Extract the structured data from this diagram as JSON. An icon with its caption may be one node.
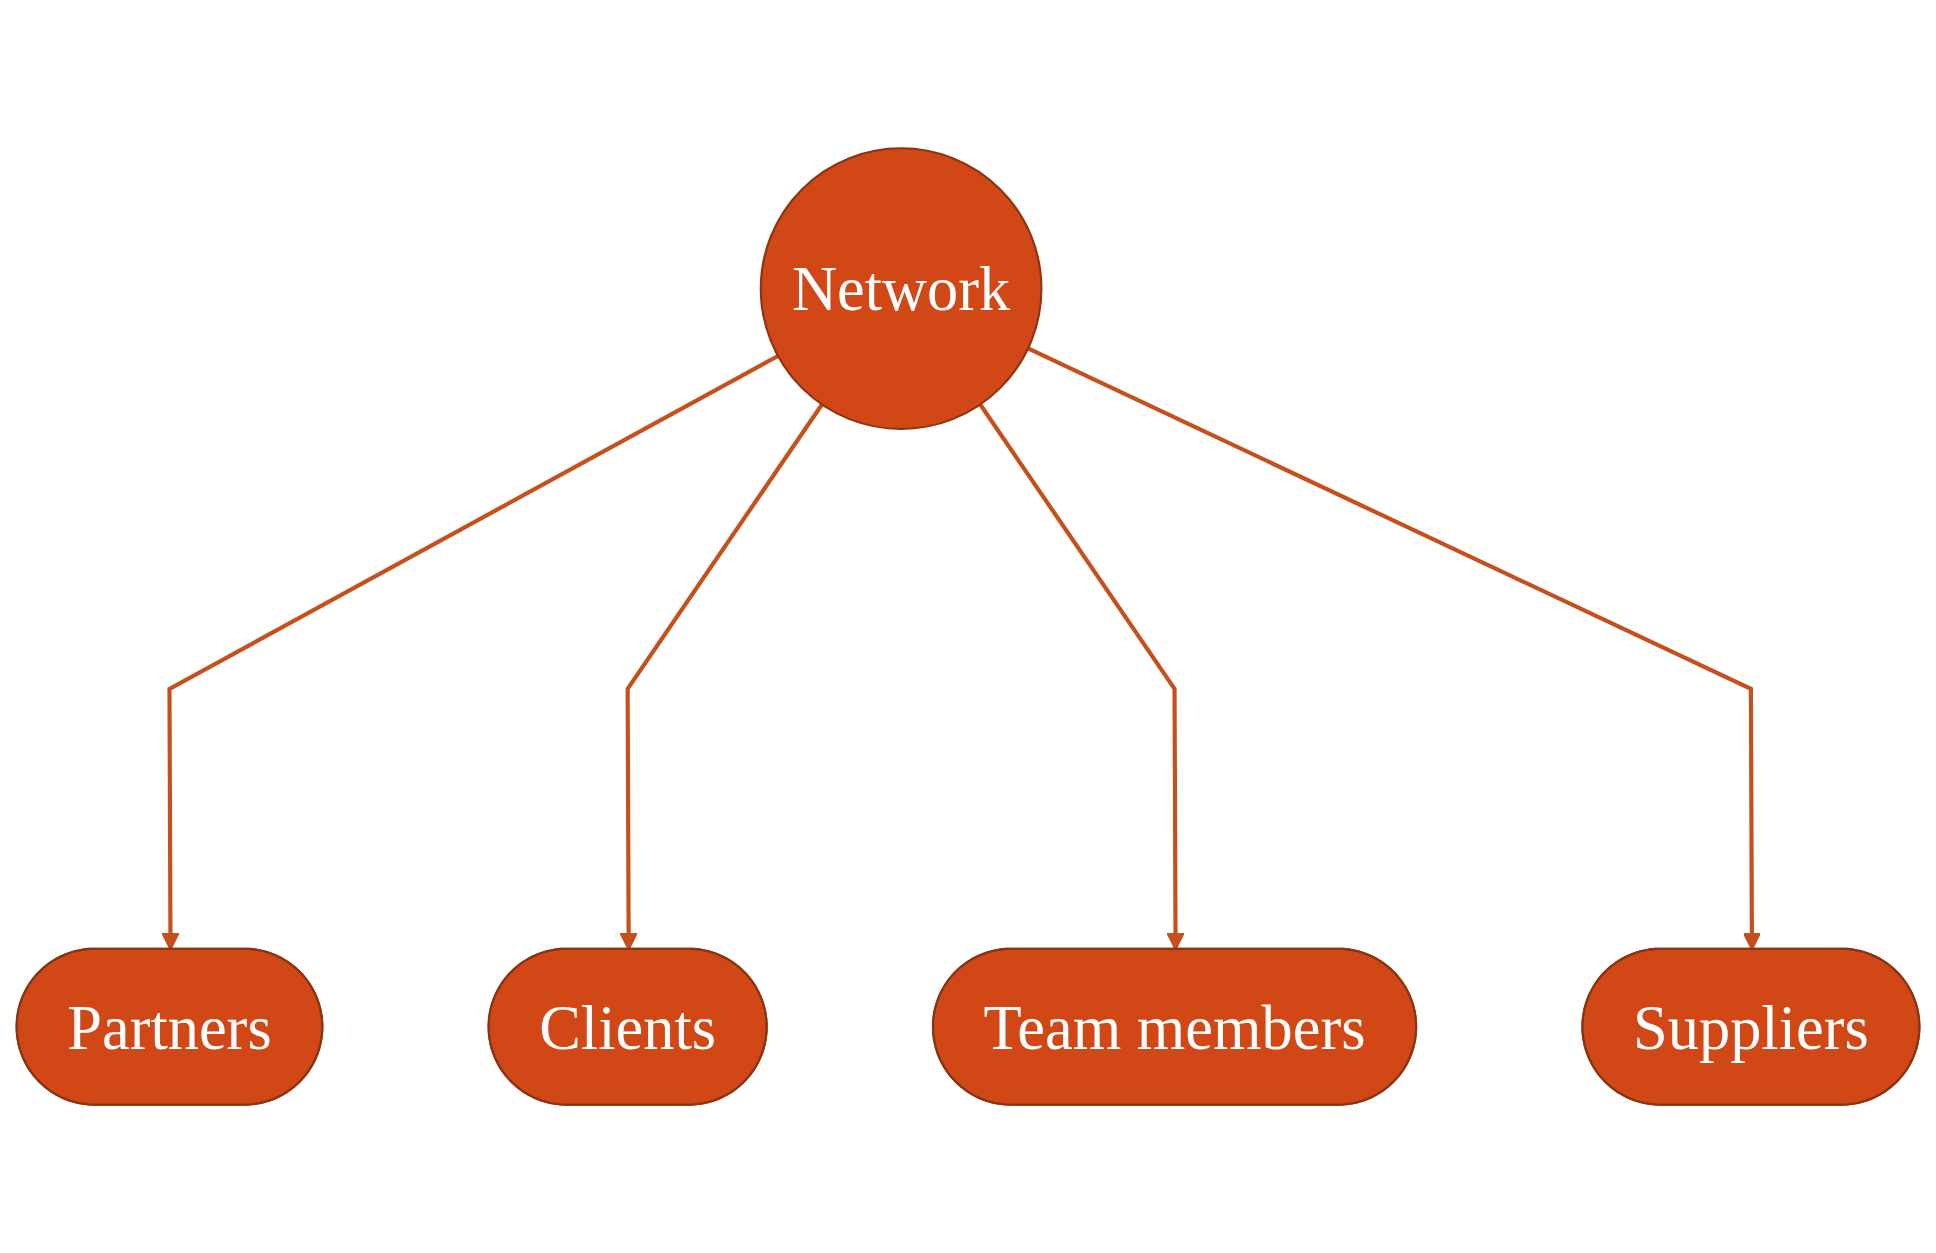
{
  "diagram": {
    "nodes": [
      {
        "text": [
          "Network"
        ]
      },
      {
        "text": [
          "Partners"
        ]
      },
      {
        "text": [
          "Clients"
        ]
      },
      {
        "text": [
          "Team members"
        ]
      },
      {
        "text": [
          "Suppliers"
        ]
      }
    ],
    "edges": [
      {
        "from": 0,
        "to": 1,
        "arrow": "to"
      },
      {
        "from": 0,
        "to": 2,
        "arrow": "to"
      },
      {
        "from": 0,
        "to": 3,
        "arrow": "to"
      },
      {
        "from": 0,
        "to": 4,
        "arrow": "to"
      }
    ]
  }
}
